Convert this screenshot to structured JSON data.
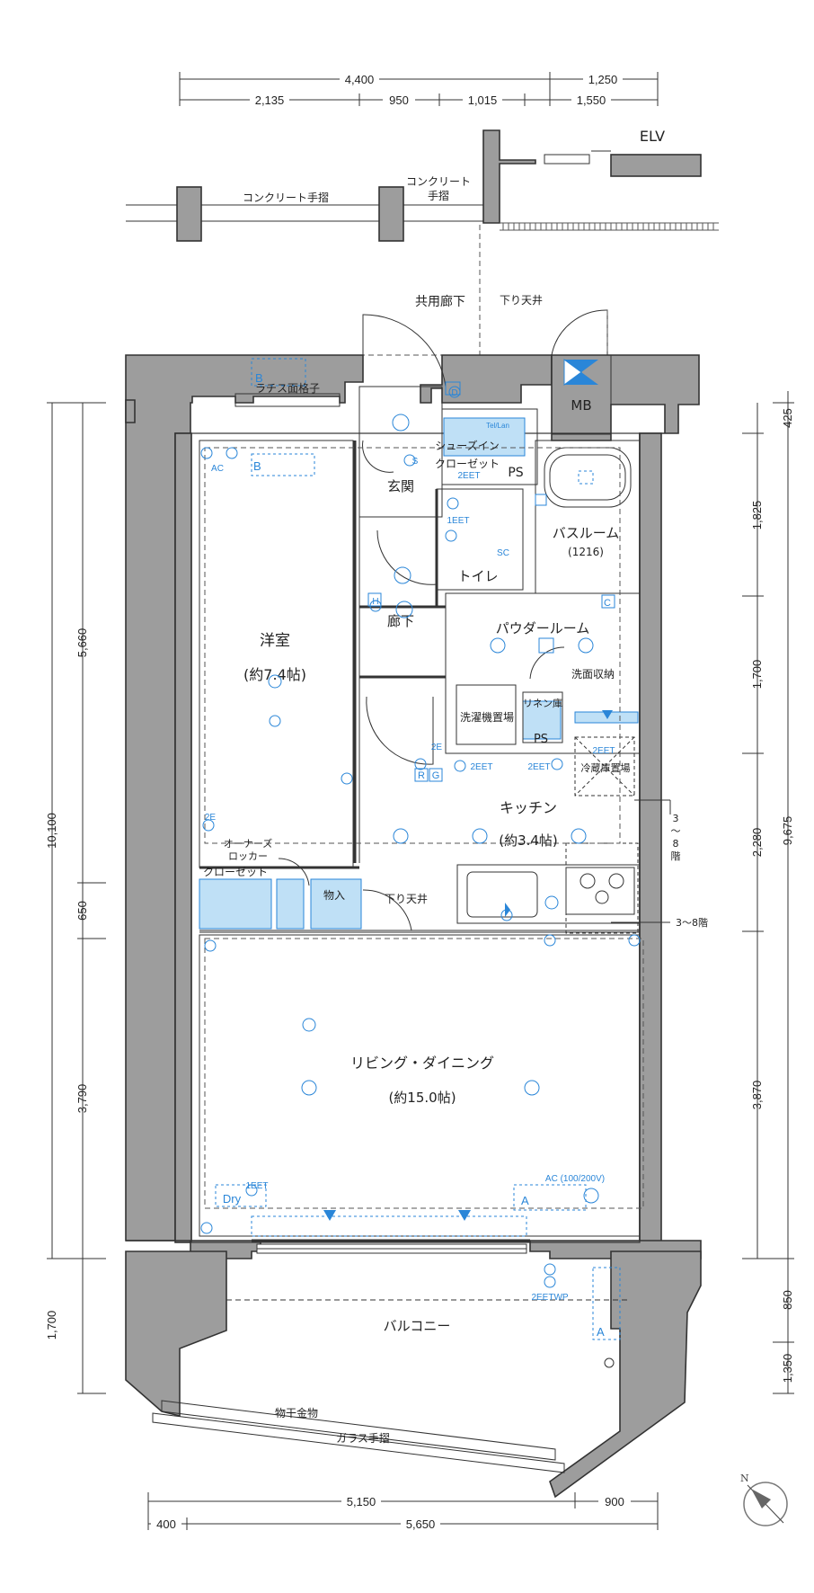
{
  "dims_top": {
    "row1": [
      "4,400",
      "1,250"
    ],
    "row2": [
      "2,135",
      "950",
      "1,015",
      "1,550"
    ]
  },
  "dims_left": [
    "5,660",
    "10,100",
    "650",
    "3,790",
    "1,700"
  ],
  "dims_right": [
    "425",
    "1,825",
    "1,700",
    "9,675",
    "2,280",
    "3,870",
    "850",
    "1,350"
  ],
  "dims_bottom": {
    "row1": [
      "5,150",
      "900"
    ],
    "row2": [
      "400",
      "5,650"
    ]
  },
  "exterior": {
    "elv": "ELV",
    "concrete_rail": "コンクリート手摺",
    "concrete_rail_2a": "コンクリート",
    "concrete_rail_2b": "手摺",
    "corridor": "共用廊下",
    "lowered_ceiling": "下り天井",
    "mb": "MB",
    "lattice": "ラチス面格子"
  },
  "rooms": {
    "western": "洋室",
    "western_size": "(約7.4帖)",
    "entrance": "玄関",
    "shoes_closet_1": "シューズイン",
    "shoes_closet_2": "クローゼット",
    "ps1": "PS",
    "bathroom": "バスルーム",
    "bath_size": "(1216)",
    "toilet": "トイレ",
    "hall": "廊下",
    "powder": "パウダールーム",
    "vanity_storage": "洗面収納",
    "linen": "リネン庫",
    "washer": "洗濯機置場",
    "ps2": "PS",
    "fridge": "冷蔵庫置場",
    "kitchen": "キッチン",
    "kitchen_size": "(約3.4帖)",
    "owners_locker_1": "オーナーズ",
    "owners_locker_2": "ロッカー",
    "closet": "クローゼット",
    "storage": "物入",
    "lowered_ceiling_inner": "下り天井",
    "living": "リビング・ダイニング",
    "living_size": "(約15.0帖)",
    "balcony": "バルコニー",
    "clothes_hanger": "物干金物",
    "glass_rail": "ガラス手摺"
  },
  "floor_notes": {
    "kitchen_side_1": "3",
    "kitchen_side_2": "〜",
    "kitchen_side_3": "8",
    "kitchen_side_4": "階",
    "kitchen_floor": "3〜8階"
  },
  "equipment": {
    "ac": "AC",
    "ac_living": "AC (100/200V)",
    "dry": "Dry",
    "eet1": "1EET",
    "eet1b": "1EET",
    "eet2a": "2EET",
    "eet2b": "2EET",
    "eet2c": "2EET",
    "eet2d": "2EET",
    "eet2e": "2E",
    "eet2f": "2E",
    "eet_balcony": "2EETWP",
    "sc": "SC",
    "s": "S",
    "tel": "Tel/Lan",
    "b1": "B",
    "b2": "B",
    "a1": "A",
    "a2": "A",
    "c": "C",
    "h": "H",
    "d": "D",
    "r": "R",
    "g": "G"
  },
  "colors": {
    "wall": "#9d9d9d",
    "accent": "#2a86d8",
    "cabinet": "#bfe0f6"
  }
}
